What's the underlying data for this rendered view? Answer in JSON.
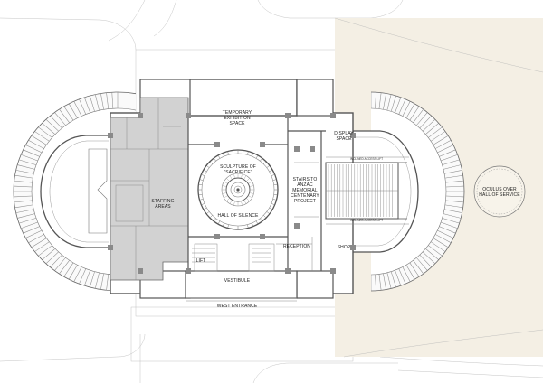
{
  "plan": {
    "labels": {
      "temporary_exhibition": [
        "TEMPORARY",
        "EXHIBITION",
        "SPACE"
      ],
      "display_space": [
        "DISPLAY",
        "SPACE"
      ],
      "sculpture": [
        "SCULPTURE OF",
        "'SACRIFICE'"
      ],
      "stairs": [
        "STAIRS TO",
        "ANZAC",
        "MEMORIAL",
        "CENTENARY",
        "PROJECT"
      ],
      "staffing": [
        "STAFFING",
        "AREAS"
      ],
      "hall_of_silence": "HALL OF SILENCE",
      "oculus": [
        "OCULUS OVER",
        "HALL OF SERVICE"
      ],
      "reception": "RECEPTION",
      "shop": "SHOP",
      "lift": "LIFT",
      "vestibule": "VESTIBULE",
      "west_entrance": "WEST ENTRANCE",
      "inclined_lift_top": "INCLINED ACCESS LIFT",
      "inclined_lift_bottom": "INCLINED ACCESS LIFT"
    },
    "colors": {
      "background": "#ffffff",
      "forecourt": "#f4efe4",
      "staff_fill": "#d2d2d2",
      "wall": "#8a8a8a",
      "line": "#555555"
    }
  }
}
